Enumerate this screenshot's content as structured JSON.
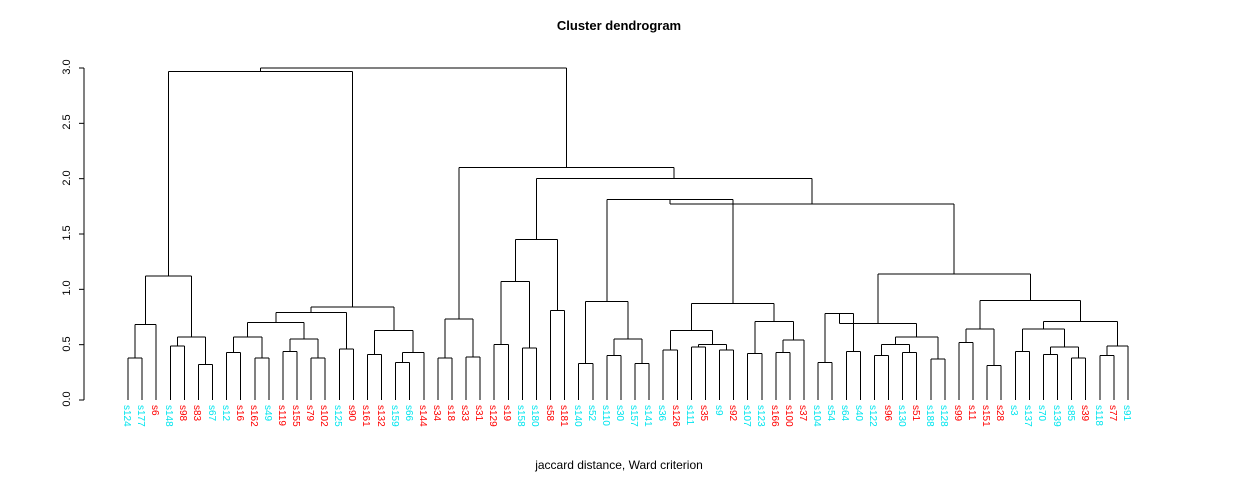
{
  "chart_data": {
    "type": "dendrogram",
    "title": "Cluster dendrogram",
    "xlabel": "jaccard distance, Ward criterion",
    "ylabel": "",
    "ylim": [
      0.0,
      3.0
    ],
    "yticks": [
      "0.0",
      "0.5",
      "1.0",
      "1.5",
      "2.0",
      "2.5",
      "3.0"
    ],
    "ytick_values": [
      0.0,
      0.5,
      1.0,
      1.5,
      2.0,
      2.5,
      3.0
    ],
    "grid": false,
    "legend": "none",
    "label_colors": {
      "cyan": "#00e5ee",
      "red": "#ff0000"
    },
    "leaves": [
      {
        "label": "s124",
        "color": "cyan"
      },
      {
        "label": "s177",
        "color": "cyan"
      },
      {
        "label": "s6",
        "color": "red"
      },
      {
        "label": "s148",
        "color": "cyan"
      },
      {
        "label": "s98",
        "color": "red"
      },
      {
        "label": "s83",
        "color": "red"
      },
      {
        "label": "s67",
        "color": "cyan"
      },
      {
        "label": "s12",
        "color": "cyan"
      },
      {
        "label": "s16",
        "color": "red"
      },
      {
        "label": "s162",
        "color": "red"
      },
      {
        "label": "s49",
        "color": "cyan"
      },
      {
        "label": "s119",
        "color": "red"
      },
      {
        "label": "s155",
        "color": "red"
      },
      {
        "label": "s79",
        "color": "red"
      },
      {
        "label": "s102",
        "color": "red"
      },
      {
        "label": "s125",
        "color": "cyan"
      },
      {
        "label": "s90",
        "color": "red"
      },
      {
        "label": "s161",
        "color": "red"
      },
      {
        "label": "s132",
        "color": "red"
      },
      {
        "label": "s159",
        "color": "cyan"
      },
      {
        "label": "s66",
        "color": "cyan"
      },
      {
        "label": "s144",
        "color": "red"
      },
      {
        "label": "s34",
        "color": "red"
      },
      {
        "label": "s18",
        "color": "red"
      },
      {
        "label": "s33",
        "color": "red"
      },
      {
        "label": "s31",
        "color": "red"
      },
      {
        "label": "s129",
        "color": "red"
      },
      {
        "label": "s19",
        "color": "red"
      },
      {
        "label": "s158",
        "color": "cyan"
      },
      {
        "label": "s180",
        "color": "cyan"
      },
      {
        "label": "s58",
        "color": "red"
      },
      {
        "label": "s181",
        "color": "red"
      },
      {
        "label": "s140",
        "color": "cyan"
      },
      {
        "label": "s52",
        "color": "cyan"
      },
      {
        "label": "s110",
        "color": "cyan"
      },
      {
        "label": "s30",
        "color": "cyan"
      },
      {
        "label": "s157",
        "color": "cyan"
      },
      {
        "label": "s141",
        "color": "cyan"
      },
      {
        "label": "s36",
        "color": "cyan"
      },
      {
        "label": "s126",
        "color": "red"
      },
      {
        "label": "s111",
        "color": "cyan"
      },
      {
        "label": "s35",
        "color": "red"
      },
      {
        "label": "s9",
        "color": "cyan"
      },
      {
        "label": "s92",
        "color": "red"
      },
      {
        "label": "s107",
        "color": "cyan"
      },
      {
        "label": "s123",
        "color": "cyan"
      },
      {
        "label": "s166",
        "color": "red"
      },
      {
        "label": "s100",
        "color": "red"
      },
      {
        "label": "s37",
        "color": "red"
      },
      {
        "label": "s104",
        "color": "cyan"
      },
      {
        "label": "s54",
        "color": "cyan"
      },
      {
        "label": "s64",
        "color": "cyan"
      },
      {
        "label": "s40",
        "color": "cyan"
      },
      {
        "label": "s122",
        "color": "cyan"
      },
      {
        "label": "s96",
        "color": "red"
      },
      {
        "label": "s130",
        "color": "cyan"
      },
      {
        "label": "s51",
        "color": "red"
      },
      {
        "label": "s188",
        "color": "cyan"
      },
      {
        "label": "s128",
        "color": "cyan"
      },
      {
        "label": "s99",
        "color": "red"
      },
      {
        "label": "s11",
        "color": "red"
      },
      {
        "label": "s151",
        "color": "red"
      },
      {
        "label": "s28",
        "color": "red"
      },
      {
        "label": "s3",
        "color": "cyan"
      },
      {
        "label": "s137",
        "color": "cyan"
      },
      {
        "label": "s70",
        "color": "cyan"
      },
      {
        "label": "s139",
        "color": "cyan"
      },
      {
        "label": "s85",
        "color": "cyan"
      },
      {
        "label": "s39",
        "color": "red"
      },
      {
        "label": "s118",
        "color": "cyan"
      },
      {
        "label": "s77",
        "color": "red"
      },
      {
        "label": "s91",
        "color": "cyan"
      }
    ],
    "merges": [
      {
        "id": "m1",
        "left": {
          "leaf": 0
        },
        "right": {
          "leaf": 1
        },
        "height": 0.38
      },
      {
        "id": "m2",
        "left": {
          "node": "m1"
        },
        "right": {
          "leaf": 2
        },
        "height": 0.68
      },
      {
        "id": "m3",
        "left": {
          "leaf": 3
        },
        "right": {
          "leaf": 4
        },
        "height": 0.49
      },
      {
        "id": "m4",
        "left": {
          "leaf": 5
        },
        "right": {
          "leaf": 6
        },
        "height": 0.32
      },
      {
        "id": "m5",
        "left": {
          "node": "m3"
        },
        "right": {
          "node": "m4"
        },
        "height": 0.57
      },
      {
        "id": "m6",
        "left": {
          "node": "m2"
        },
        "right": {
          "node": "m5"
        },
        "height": 1.12
      },
      {
        "id": "m7",
        "left": {
          "leaf": 7
        },
        "right": {
          "leaf": 8
        },
        "height": 0.43
      },
      {
        "id": "m8",
        "left": {
          "leaf": 9
        },
        "right": {
          "leaf": 10
        },
        "height": 0.38
      },
      {
        "id": "m9",
        "left": {
          "node": "m7"
        },
        "right": {
          "node": "m8"
        },
        "height": 0.57
      },
      {
        "id": "m10",
        "left": {
          "leaf": 11
        },
        "right": {
          "leaf": 12
        },
        "height": 0.44
      },
      {
        "id": "m11",
        "left": {
          "leaf": 13
        },
        "right": {
          "leaf": 14
        },
        "height": 0.38
      },
      {
        "id": "m12",
        "left": {
          "node": "m10"
        },
        "right": {
          "node": "m11"
        },
        "height": 0.55
      },
      {
        "id": "m13",
        "left": {
          "node": "m9"
        },
        "right": {
          "node": "m12"
        },
        "height": 0.7
      },
      {
        "id": "m14",
        "left": {
          "leaf": 15
        },
        "right": {
          "leaf": 16
        },
        "height": 0.46
      },
      {
        "id": "m15",
        "left": {
          "node": "m13"
        },
        "right": {
          "node": "m14"
        },
        "height": 0.79
      },
      {
        "id": "m16",
        "left": {
          "leaf": 17
        },
        "right": {
          "leaf": 18
        },
        "height": 0.41
      },
      {
        "id": "m17",
        "left": {
          "leaf": 19
        },
        "right": {
          "leaf": 20
        },
        "height": 0.34
      },
      {
        "id": "m18",
        "left": {
          "node": "m17"
        },
        "right": {
          "leaf": 21
        },
        "height": 0.43
      },
      {
        "id": "m19",
        "left": {
          "node": "m16"
        },
        "right": {
          "node": "m18"
        },
        "height": 0.63
      },
      {
        "id": "m20",
        "left": {
          "node": "m15"
        },
        "right": {
          "node": "m19"
        },
        "height": 0.84
      },
      {
        "id": "m21",
        "left": {
          "node": "m6"
        },
        "right": {
          "node": "m20"
        },
        "height": 2.97
      },
      {
        "id": "m22",
        "left": {
          "leaf": 22
        },
        "right": {
          "leaf": 23
        },
        "height": 0.38
      },
      {
        "id": "m23",
        "left": {
          "leaf": 24
        },
        "right": {
          "leaf": 25
        },
        "height": 0.39
      },
      {
        "id": "m24",
        "left": {
          "node": "m22"
        },
        "right": {
          "node": "m23"
        },
        "height": 0.73
      },
      {
        "id": "m25",
        "left": {
          "leaf": 26
        },
        "right": {
          "leaf": 27
        },
        "height": 0.5
      },
      {
        "id": "m26",
        "left": {
          "leaf": 28
        },
        "right": {
          "leaf": 29
        },
        "height": 0.47
      },
      {
        "id": "m27",
        "left": {
          "node": "m25"
        },
        "right": {
          "node": "m26"
        },
        "height": 1.07
      },
      {
        "id": "m28",
        "left": {
          "leaf": 30
        },
        "right": {
          "leaf": 31
        },
        "height": 0.81
      },
      {
        "id": "m29",
        "left": {
          "node": "m27"
        },
        "right": {
          "node": "m28"
        },
        "height": 1.45
      },
      {
        "id": "m30",
        "left": {
          "leaf": 32
        },
        "right": {
          "leaf": 33
        },
        "height": 0.33
      },
      {
        "id": "m31",
        "left": {
          "leaf": 34
        },
        "right": {
          "leaf": 35
        },
        "height": 0.4
      },
      {
        "id": "m32",
        "left": {
          "leaf": 36
        },
        "right": {
          "leaf": 37
        },
        "height": 0.33
      },
      {
        "id": "m33",
        "left": {
          "node": "m31"
        },
        "right": {
          "node": "m32"
        },
        "height": 0.55
      },
      {
        "id": "m34",
        "left": {
          "node": "m30"
        },
        "right": {
          "node": "m33"
        },
        "height": 0.89
      },
      {
        "id": "m35",
        "left": {
          "leaf": 38
        },
        "right": {
          "leaf": 39
        },
        "height": 0.45
      },
      {
        "id": "m36",
        "left": {
          "leaf": 40
        },
        "right": {
          "leaf": 41
        },
        "height": 0.48
      },
      {
        "id": "m37",
        "left": {
          "leaf": 42
        },
        "right": {
          "leaf": 43
        },
        "height": 0.45
      },
      {
        "id": "m38",
        "left": {
          "node": "m36"
        },
        "right": {
          "node": "m37"
        },
        "height": 0.5
      },
      {
        "id": "m39",
        "left": {
          "node": "m35"
        },
        "right": {
          "node": "m38"
        },
        "height": 0.63
      },
      {
        "id": "m40",
        "left": {
          "leaf": 44
        },
        "right": {
          "leaf": 45
        },
        "height": 0.42
      },
      {
        "id": "m41",
        "left": {
          "leaf": 46
        },
        "right": {
          "leaf": 47
        },
        "height": 0.43
      },
      {
        "id": "m42",
        "left": {
          "node": "m41"
        },
        "right": {
          "leaf": 48
        },
        "height": 0.54
      },
      {
        "id": "m43",
        "left": {
          "node": "m40"
        },
        "right": {
          "node": "m42"
        },
        "height": 0.71
      },
      {
        "id": "m44",
        "left": {
          "node": "m39"
        },
        "right": {
          "node": "m43"
        },
        "height": 0.87
      },
      {
        "id": "m45",
        "left": {
          "node": "m34"
        },
        "right": {
          "node": "m44"
        },
        "height": 1.81
      },
      {
        "id": "m46",
        "left": {
          "leaf": 49
        },
        "right": {
          "leaf": 50
        },
        "height": 0.34
      },
      {
        "id": "m47",
        "left": {
          "leaf": 51
        },
        "right": {
          "leaf": 52
        },
        "height": 0.44
      },
      {
        "id": "m48",
        "left": {
          "node": "m46"
        },
        "right": {
          "node": "m47"
        },
        "height": 0.78
      },
      {
        "id": "m49",
        "left": {
          "leaf": 53
        },
        "right": {
          "leaf": 54
        },
        "height": 0.4
      },
      {
        "id": "m50",
        "left": {
          "leaf": 55
        },
        "right": {
          "leaf": 56
        },
        "height": 0.43
      },
      {
        "id": "m51",
        "left": {
          "node": "m49"
        },
        "right": {
          "node": "m50"
        },
        "height": 0.5
      },
      {
        "id": "m52",
        "left": {
          "leaf": 57
        },
        "right": {
          "leaf": 58
        },
        "height": 0.37
      },
      {
        "id": "m53",
        "left": {
          "node": "m51"
        },
        "right": {
          "node": "m52"
        },
        "height": 0.57
      },
      {
        "id": "m54",
        "left": {
          "node": "m48"
        },
        "right": {
          "node": "m53"
        },
        "height": 0.69
      },
      {
        "id": "m55",
        "left": {
          "leaf": 59
        },
        "right": {
          "leaf": 60
        },
        "height": 0.52
      },
      {
        "id": "m56",
        "left": {
          "leaf": 61
        },
        "right": {
          "leaf": 62
        },
        "height": 0.31
      },
      {
        "id": "m57",
        "left": {
          "node": "m55"
        },
        "right": {
          "node": "m56"
        },
        "height": 0.64
      },
      {
        "id": "m58",
        "left": {
          "leaf": 63
        },
        "right": {
          "leaf": 64
        },
        "height": 0.44
      },
      {
        "id": "m59",
        "left": {
          "leaf": 65
        },
        "right": {
          "leaf": 66
        },
        "height": 0.41
      },
      {
        "id": "m60",
        "left": {
          "leaf": 67
        },
        "right": {
          "leaf": 68
        },
        "height": 0.38
      },
      {
        "id": "m61",
        "left": {
          "node": "m59"
        },
        "right": {
          "node": "m60"
        },
        "height": 0.48
      },
      {
        "id": "m62",
        "left": {
          "node": "m58"
        },
        "right": {
          "node": "m61"
        },
        "height": 0.64
      },
      {
        "id": "m63",
        "left": {
          "leaf": 69
        },
        "right": {
          "leaf": 70
        },
        "height": 0.4
      },
      {
        "id": "m64",
        "left": {
          "node": "m63"
        },
        "right": {
          "leaf": 71
        },
        "height": 0.49
      },
      {
        "id": "m65",
        "left": {
          "node": "m62"
        },
        "right": {
          "node": "m64"
        },
        "height": 0.71
      },
      {
        "id": "m66",
        "left": {
          "node": "m57"
        },
        "right": {
          "node": "m65"
        },
        "height": 0.9
      },
      {
        "id": "m67",
        "left": {
          "node": "m54"
        },
        "right": {
          "node": "m66"
        },
        "height": 1.14
      },
      {
        "id": "m68",
        "left": {
          "node": "m45"
        },
        "right": {
          "node": "m67"
        },
        "height": 1.77
      },
      {
        "id": "m69",
        "left": {
          "node": "m29"
        },
        "right": {
          "node": "m68"
        },
        "height": 2.0
      },
      {
        "id": "m70",
        "left": {
          "node": "m24"
        },
        "right": {
          "node": "m69"
        },
        "height": 2.1
      },
      {
        "id": "m71",
        "left": {
          "node": "m21"
        },
        "right": {
          "node": "m70"
        },
        "height": 3.0
      }
    ]
  },
  "plot": {
    "axis_color": "#000000",
    "line_color": "#000000",
    "background": "#ffffff"
  }
}
